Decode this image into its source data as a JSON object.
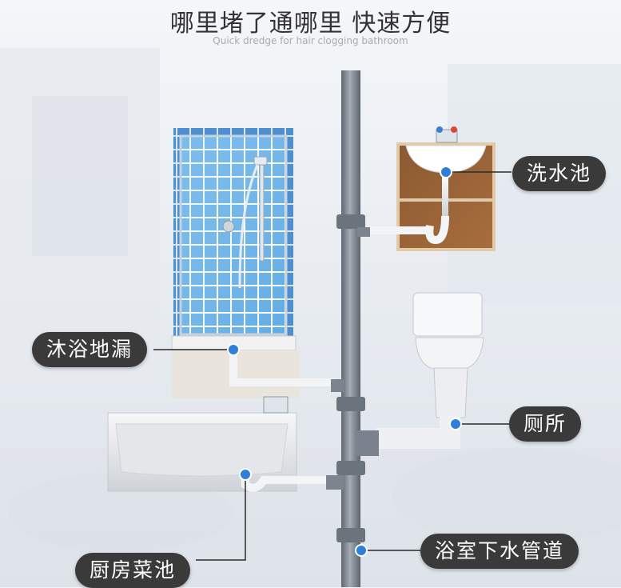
{
  "header": {
    "title": "哪里堵了通哪里  快速方便",
    "subtitle": "Quick dredge for hair clogging bathroom"
  },
  "labels": {
    "sink": "洗水池",
    "shower_drain": "沐浴地漏",
    "toilet": "厕所",
    "kitchen_sink": "厨房菜池",
    "main_pipe": "浴室下水管道"
  },
  "colors": {
    "pill": "#3a3a3a",
    "dot": "#2f7fd8",
    "pipe": "#7f8893",
    "tile": "#5aa9e6"
  }
}
